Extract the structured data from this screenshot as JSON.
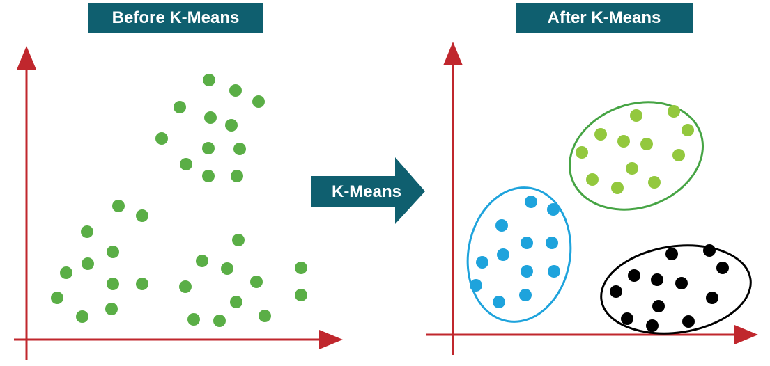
{
  "titles": {
    "before": "Before K-Means",
    "after": "After K-Means"
  },
  "transition_arrow": {
    "label": "K-Means",
    "color": "#0f5f6f"
  },
  "colors": {
    "axis": "#c0272d",
    "title_bg": "#0f5f6f",
    "unclustered_point": "#5aae46",
    "cluster_1_points": "#93c83e",
    "cluster_1_outline": "#46a444",
    "cluster_2_points": "#1ea3dc",
    "cluster_2_outline": "#1ea3dc",
    "cluster_3_points": "#000000",
    "cluster_3_outline": "#000000"
  },
  "chart_data": [
    {
      "type": "scatter",
      "panel": "before",
      "title": "Before K-Means",
      "series": [
        {
          "color": "#5aae46",
          "points": [
            [
              300,
              115
            ],
            [
              338,
              130
            ],
            [
              371,
              146
            ],
            [
              258,
              154
            ],
            [
              302,
              169
            ],
            [
              332,
              180
            ],
            [
              232,
              199
            ],
            [
              299,
              213
            ],
            [
              344,
              214
            ],
            [
              267,
              236
            ],
            [
              299,
              253
            ],
            [
              340,
              253
            ],
            [
              170,
              296
            ],
            [
              204,
              310
            ],
            [
              125,
              333
            ],
            [
              342,
              345
            ],
            [
              162,
              362
            ],
            [
              126,
              379
            ],
            [
              290,
              375
            ],
            [
              326,
              386
            ],
            [
              432,
              385
            ],
            [
              95,
              392
            ],
            [
              162,
              408
            ],
            [
              204,
              408
            ],
            [
              266,
              412
            ],
            [
              368,
              405
            ],
            [
              432,
              424
            ],
            [
              82,
              428
            ],
            [
              339,
              434
            ],
            [
              160,
              444
            ],
            [
              118,
              455
            ],
            [
              380,
              454
            ],
            [
              278,
              459
            ],
            [
              315,
              461
            ]
          ]
        }
      ]
    },
    {
      "type": "scatter",
      "panel": "after",
      "title": "After K-Means",
      "series": [
        {
          "cluster": 1,
          "color": "#93c83e",
          "outline": "#46a444",
          "points": [
            [
              913,
              166
            ],
            [
              967,
              160
            ],
            [
              862,
              193
            ],
            [
              895,
              203
            ],
            [
              928,
              207
            ],
            [
              987,
              187
            ],
            [
              835,
              219
            ],
            [
              974,
              223
            ],
            [
              907,
              242
            ],
            [
              850,
              258
            ],
            [
              886,
              270
            ],
            [
              939,
              262
            ]
          ]
        },
        {
          "cluster": 2,
          "color": "#1ea3dc",
          "outline": "#1ea3dc",
          "points": [
            [
              762,
              290
            ],
            [
              794,
              301
            ],
            [
              720,
              324
            ],
            [
              756,
              349
            ],
            [
              792,
              349
            ],
            [
              722,
              366
            ],
            [
              692,
              377
            ],
            [
              756,
              390
            ],
            [
              795,
              390
            ],
            [
              683,
              410
            ],
            [
              754,
              424
            ],
            [
              716,
              434
            ]
          ]
        },
        {
          "cluster": 3,
          "color": "#000000",
          "outline": "#000000",
          "points": [
            [
              964,
              365
            ],
            [
              1018,
              360
            ],
            [
              910,
              396
            ],
            [
              943,
              402
            ],
            [
              978,
              407
            ],
            [
              1037,
              385
            ],
            [
              884,
              419
            ],
            [
              945,
              440
            ],
            [
              1022,
              428
            ],
            [
              900,
              458
            ],
            [
              988,
              462
            ],
            [
              936,
              468
            ]
          ]
        }
      ]
    }
  ]
}
